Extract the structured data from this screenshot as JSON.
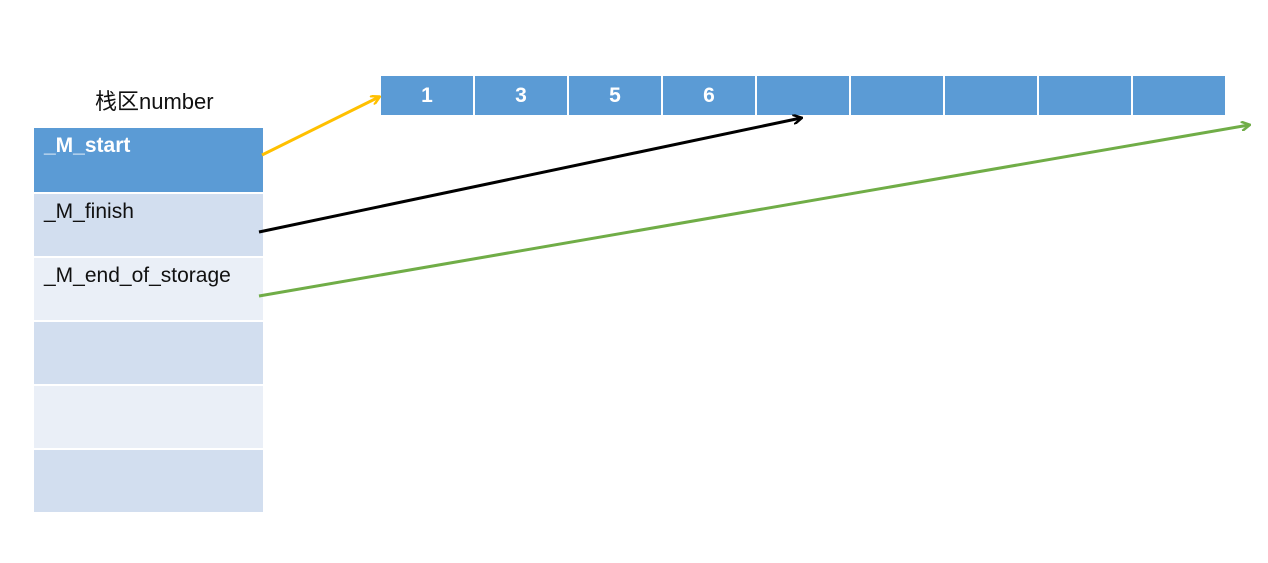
{
  "stack": {
    "title": "栈区number",
    "rows": [
      {
        "label": "_M_start"
      },
      {
        "label": "_M_finish"
      },
      {
        "label": "_M_end_of_storage"
      },
      {
        "label": ""
      },
      {
        "label": ""
      },
      {
        "label": ""
      }
    ]
  },
  "heap": {
    "cells": [
      "1",
      "3",
      "5",
      "6",
      "",
      "",
      "",
      "",
      ""
    ]
  },
  "arrows": [
    {
      "from": "_M_start",
      "to": "heap-start",
      "color": "#ffc000"
    },
    {
      "from": "_M_finish",
      "to": "heap-finish",
      "color": "#000000"
    },
    {
      "from": "_M_end_of_storage",
      "to": "heap-end",
      "color": "#70ad47"
    }
  ]
}
